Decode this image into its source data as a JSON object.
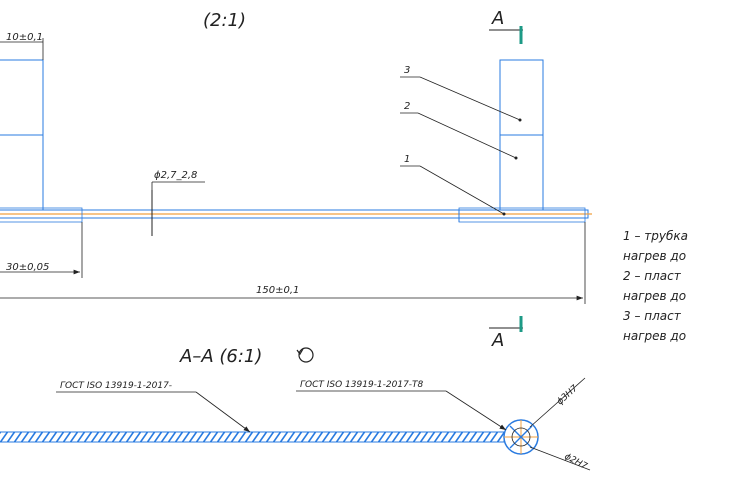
{
  "scale_label": "(2:1)",
  "section_marker_top": "A",
  "section_marker_bottom": "A",
  "section_title": "A–A (6:1)",
  "dimensions": {
    "width_top": "10±0,1",
    "diameter_tube": "ϕ2,7_2,8",
    "len_small": "30±0,05",
    "len_total": "150±0,1",
    "hole_d3": "ϕ3H7",
    "hole_d2": "ϕ2H7"
  },
  "callouts": {
    "c1": "1",
    "c2": "2",
    "c3": "3"
  },
  "gost_left": "ГОСТ ISO 13919-1-2017-",
  "gost_right": "ГОСТ ISO 13919-1-2017-Т8",
  "notes": [
    "1 – трубка",
    "нагрев до",
    "2 – пласт",
    "нагрев до",
    "3 – пласт",
    "нагрев до"
  ],
  "colors": {
    "outline": "#2a7be0",
    "center": "#f0a040",
    "line": "#222222"
  }
}
